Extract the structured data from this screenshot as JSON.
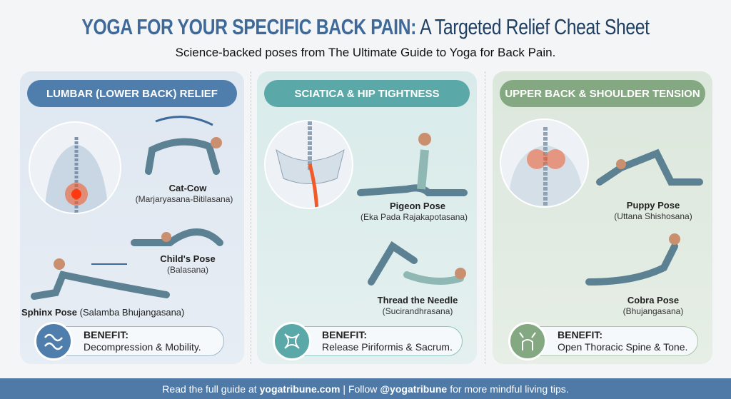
{
  "header": {
    "title_bold": "YOGA FOR YOUR SPECIFIC BACK PAIN:",
    "title_rest": " A Targeted Relief Cheat Sheet",
    "subtitle": "Science-backed poses from The Ultimate Guide to Yoga for Back Pain."
  },
  "colors": {
    "lumbar": "#4f7ead",
    "sciatica": "#5aa9a8",
    "upper": "#84a882",
    "footer": "#4f7aa8",
    "pain": "#f25a2a"
  },
  "panels": [
    {
      "heading": "LUMBAR (LOWER BACK) RELIEF",
      "poses": [
        {
          "name": "Cat-Cow",
          "sanskrit": "(Marjaryasana-Bitilasana)"
        },
        {
          "name": "Child's Pose",
          "sanskrit": "(Balasana)"
        },
        {
          "name": "Sphinx Pose",
          "sanskrit": "(Salamba Bhujangasana)"
        }
      ],
      "benefit_label": "BENEFIT:",
      "benefit": "Decompression & Mobility.",
      "icon": "wave-arrows-icon"
    },
    {
      "heading": "SCIATICA & HIP TIGHTNESS",
      "poses": [
        {
          "name": "Pigeon Pose",
          "sanskrit": "(Eka Pada Rajakapotasana)"
        },
        {
          "name": "Thread the Needle",
          "sanskrit": "(Sucirandhrasana)"
        }
      ],
      "benefit_label": "BENEFIT:",
      "benefit": "Release Piriformis & Sacrum.",
      "icon": "knot-icon"
    },
    {
      "heading": "UPPER BACK & SHOULDER TENSION",
      "poses": [
        {
          "name": "Puppy Pose",
          "sanskrit": "(Uttana Shishosana)"
        },
        {
          "name": "Cobra Pose",
          "sanskrit": "(Bhujangasana)"
        }
      ],
      "benefit_label": "BENEFIT:",
      "benefit": "Open Thoracic Spine & Tone.",
      "icon": "shoulders-open-icon"
    }
  ],
  "footer": {
    "pre": "Read the full guide at",
    "site": "yogatribune.com",
    "mid": "| Follow",
    "handle": "@yogatribune",
    "post": "for more mindful living tips."
  }
}
